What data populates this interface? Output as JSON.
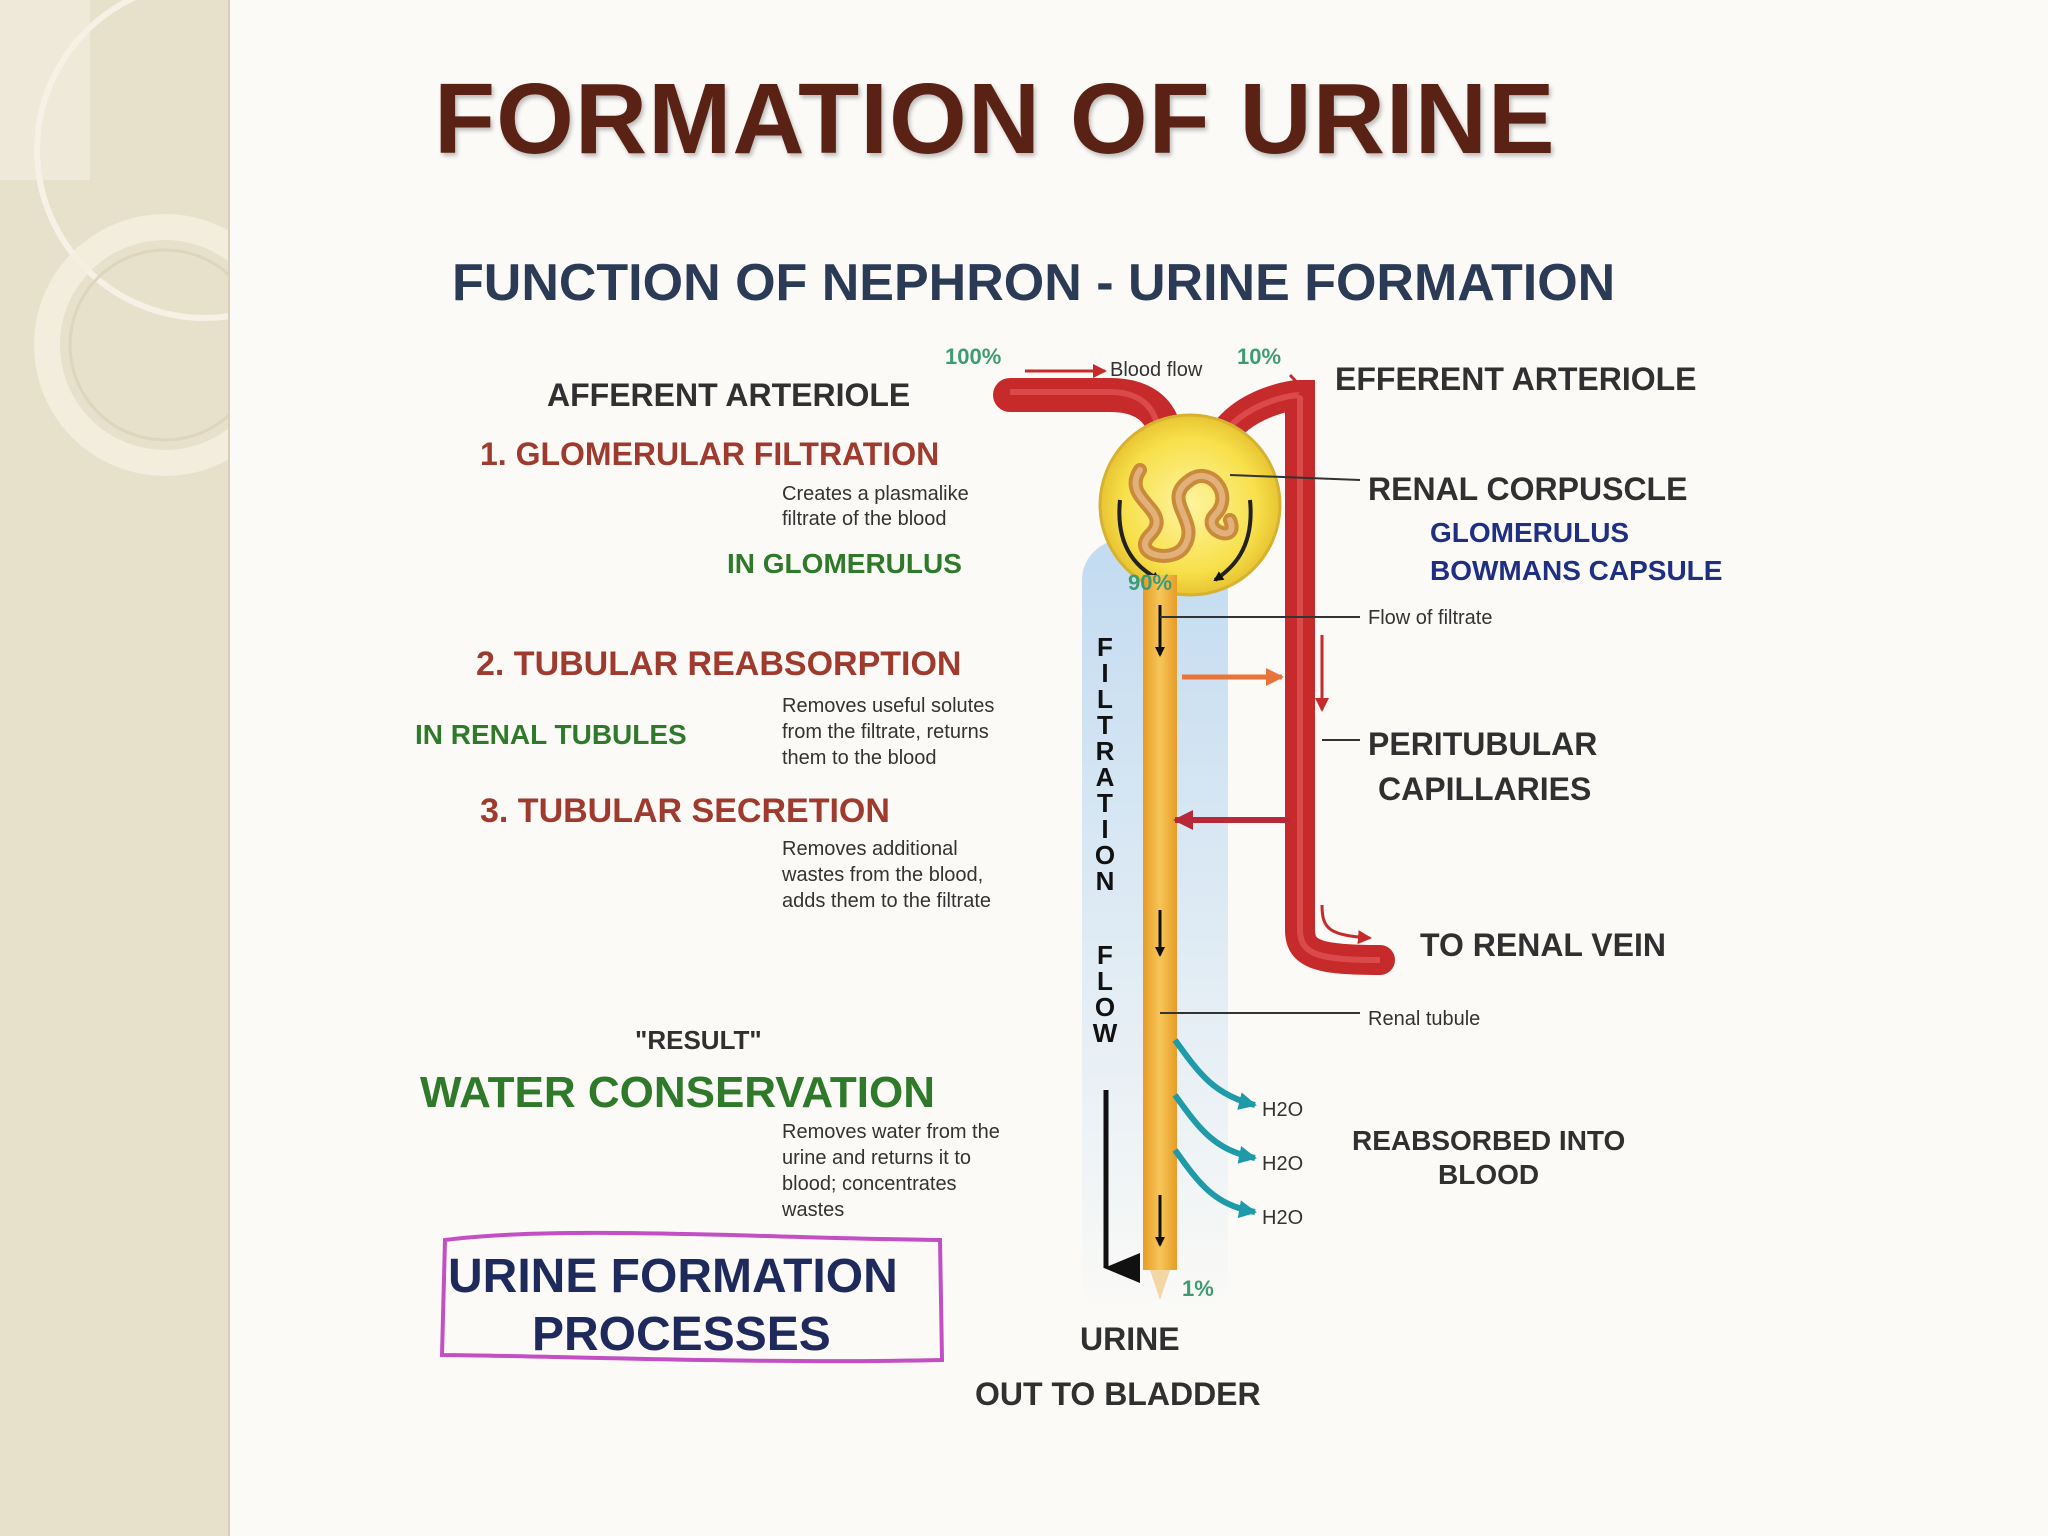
{
  "slide": {
    "title": "FORMATION OF URINE"
  },
  "diagram": {
    "heading": "FUNCTION OF NEPHRON - URINE FORMATION",
    "blood_flow": {
      "pct_in": "100%",
      "label": "Blood flow",
      "pct_out": "10%"
    },
    "left_labels": {
      "afferent": "AFFERENT ARTERIOLE",
      "step1": "1.  GLOMERULAR FILTRATION",
      "step1_desc": [
        "Creates a plasmalike",
        "filtrate of the blood"
      ],
      "step1_location": "IN GLOMERULUS",
      "step2": "2.  TUBULAR REABSORPTION",
      "step2_desc": [
        "Removes useful solutes",
        "from the filtrate, returns",
        "them to the blood"
      ],
      "step2_location": "IN RENAL TUBULES",
      "step3": "3. TUBULAR SECRETION",
      "step3_desc": [
        "Removes additional",
        "wastes from the blood,",
        "adds them to the filtrate"
      ],
      "result": "\"RESULT\"",
      "water": "WATER CONSERVATION",
      "water_desc": [
        "Removes water from the",
        "urine and returns it to",
        "blood; concentrates",
        "wastes"
      ]
    },
    "center": {
      "pct_filtrate": "90%",
      "vertical_label": [
        "F",
        "I",
        "L",
        "T",
        "R",
        "A",
        "T",
        "I",
        "O",
        "N",
        "",
        "F",
        "L",
        "O",
        "W"
      ],
      "h2o": [
        "H2O",
        "H2O",
        "H2O"
      ],
      "pct_urine": "1%",
      "urine": "URINE",
      "bladder": "OUT TO BLADDER"
    },
    "right_labels": {
      "efferent": "EFFERENT ARTERIOLE",
      "renal_corpuscle": "RENAL CORPUSCLE",
      "glomerulus": "GLOMERULUS",
      "bowmans": "BOWMANS CAPSULE",
      "flow_filtrate": "Flow of filtrate",
      "peritubular_1": "PERITUBULAR",
      "peritubular_2": "CAPILLARIES",
      "renal_vein": "TO RENAL VEIN",
      "renal_tubule": "Renal tubule",
      "reabsorbed_1": "REABSORBED INTO",
      "reabsorbed_2": "BLOOD"
    },
    "box": {
      "line1": "URINE FORMATION",
      "line2": "PROCESSES"
    },
    "colors": {
      "blood": "#c62a2a",
      "tubule": "#f0b23a",
      "water_arrow": "#1e9aa8",
      "orange_arrow": "#e8743a",
      "box_border": "#c24fc4"
    }
  }
}
